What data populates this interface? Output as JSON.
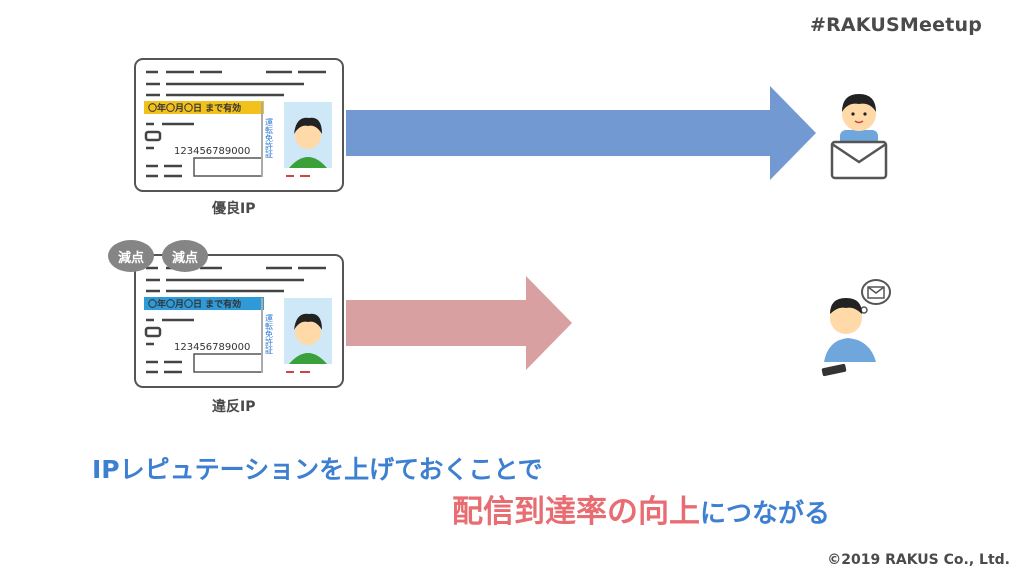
{
  "header": {
    "hashtag": "#RAKUSMeetup"
  },
  "footer": {
    "copyright": "©2019 RAKUS Co., Ltd."
  },
  "cards": [
    {
      "caption": "優良IP",
      "validity": "〇年〇月〇日 まで有効",
      "number": "123456789000",
      "license_label": "運転免許証",
      "validity_color": "#f2c11c"
    },
    {
      "caption": "違反IP",
      "validity": "〇年〇月〇日 まで有効",
      "number": "123456789000",
      "license_label": "運転免許証",
      "validity_color": "#2e9ad8"
    }
  ],
  "badges": [
    "減点",
    "減点"
  ],
  "arrows": {
    "good_color": "#7399d3",
    "bad_color": "#d9a0a2"
  },
  "message": {
    "line1": "IPレピュテーションを上げておくことで",
    "highlight": "配信到達率の向上",
    "rest": "につながる"
  }
}
